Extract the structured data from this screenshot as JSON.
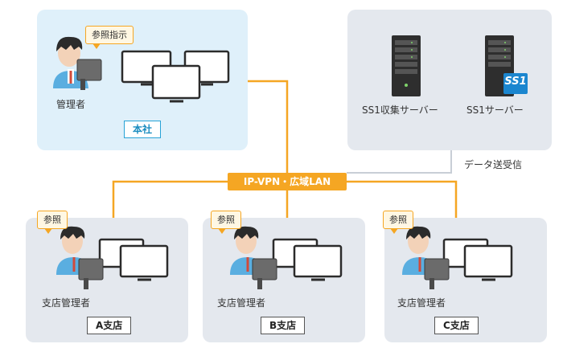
{
  "hq": {
    "admin_label": "管理者",
    "bubble": "参照指示",
    "box_label": "本社"
  },
  "servers": {
    "collect_label": "SS1収集サーバー",
    "ss1_label": "SS1サーバー",
    "ss1_logo": "SS1"
  },
  "network": {
    "wan_label": "IP-VPN・広域LAN",
    "data_label": "データ送受信"
  },
  "branches": [
    {
      "bubble": "参照",
      "admin_label": "支店管理者",
      "box_label": "A支店"
    },
    {
      "bubble": "参照",
      "admin_label": "支店管理者",
      "box_label": "B支店"
    },
    {
      "bubble": "参照",
      "admin_label": "支店管理者",
      "box_label": "C支店"
    }
  ],
  "colors": {
    "orange": "#f5a623",
    "hq_panel": "#dff0fa",
    "gray_panel": "#e4e8ee",
    "accent_blue": "#27a2d6"
  }
}
